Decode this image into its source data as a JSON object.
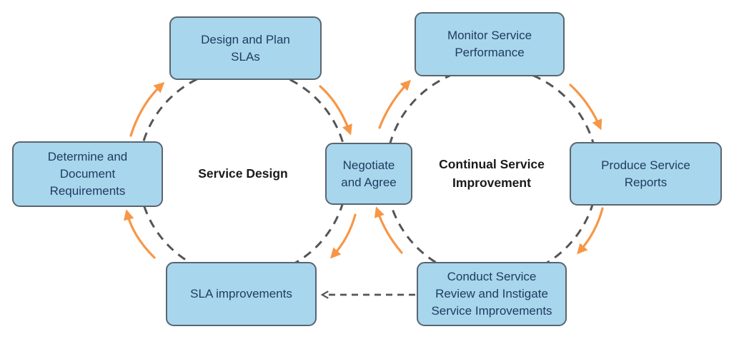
{
  "diagram": {
    "title": "SLA lifecycle cycles",
    "nodes": [
      {
        "id": "design-and-plan-slas",
        "label": "Design and Plan SLAs"
      },
      {
        "id": "determine-and-document",
        "label": "Determine and Document Requirements"
      },
      {
        "id": "negotiate-and-agree",
        "label": "Negotiate and Agree"
      },
      {
        "id": "sla-improvements",
        "label": "SLA improvements"
      },
      {
        "id": "monitor-service-performance",
        "label": "Monitor Service Performance"
      },
      {
        "id": "produce-service-reports",
        "label": "Produce Service Reports"
      },
      {
        "id": "conduct-service-review",
        "label": "Conduct Service Review and Instigate Service Improvements"
      }
    ],
    "cycle_labels": [
      {
        "id": "service-design",
        "label": "Service Design"
      },
      {
        "id": "continual-service-improvement",
        "label": "Continual Service Improvement"
      }
    ],
    "flows": [
      "Determine and Document Requirements -> Design and Plan SLAs",
      "Design and Plan SLAs -> Negotiate and Agree",
      "Negotiate and Agree -> SLA improvements",
      "SLA improvements -> Determine and Document Requirements",
      "Negotiate and Agree -> Monitor Service Performance",
      "Monitor Service Performance -> Produce Service Reports",
      "Produce Service Reports -> Conduct Service Review and Instigate Service Improvements",
      "Conduct Service Review and Instigate Service Improvements -> Negotiate and Agree",
      "Conduct Service Review and Instigate Service Improvements -> SLA improvements"
    ],
    "colors": {
      "box_fill": "#A8D6ED",
      "box_border": "#5A6570",
      "box_text": "#1F3A5F",
      "label_text": "#1A1A1A",
      "arrow_orange": "#F79646",
      "dash_gray": "#555555",
      "background": "#FFFFFF"
    }
  }
}
